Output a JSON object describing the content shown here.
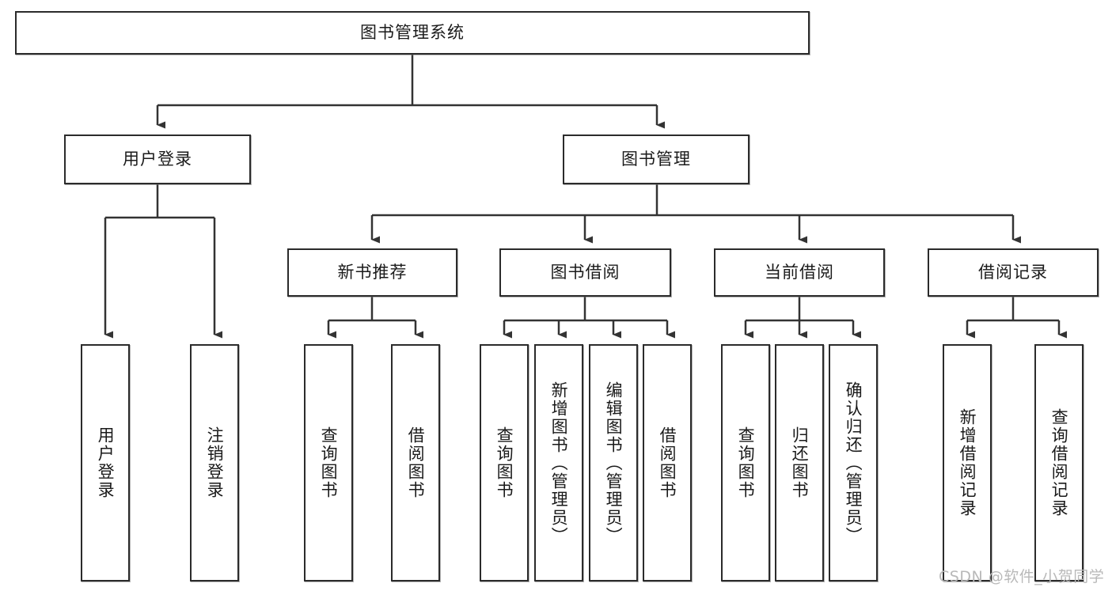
{
  "diagram": {
    "type": "tree-hierarchy",
    "title": "图书管理系统",
    "root": {
      "id": "root",
      "label": "图书管理系统",
      "orientation": "horizontal"
    },
    "level1": [
      {
        "id": "user-login",
        "label": "用户登录",
        "orientation": "horizontal"
      },
      {
        "id": "book-management",
        "label": "图书管理",
        "orientation": "horizontal"
      }
    ],
    "level2": [
      {
        "id": "new-book-recommend",
        "label": "新书推荐",
        "orientation": "horizontal",
        "parent": "book-management"
      },
      {
        "id": "book-borrow",
        "label": "图书借阅",
        "orientation": "horizontal",
        "parent": "book-management"
      },
      {
        "id": "current-borrow",
        "label": "当前借阅",
        "orientation": "horizontal",
        "parent": "book-management"
      },
      {
        "id": "borrow-record",
        "label": "借阅记录",
        "orientation": "horizontal",
        "parent": "book-management"
      }
    ],
    "leaves": {
      "user_login": [
        {
          "id": "leaf-user-login",
          "label": "用户登录",
          "orientation": "vertical"
        },
        {
          "id": "leaf-logout-login",
          "label": "注销登录",
          "orientation": "vertical"
        }
      ],
      "new_book_recommend": [
        {
          "id": "leaf-query-book-1",
          "label": "查询图书",
          "orientation": "vertical"
        },
        {
          "id": "leaf-borrow-book-1",
          "label": "借阅图书",
          "orientation": "vertical"
        }
      ],
      "book_borrow": [
        {
          "id": "leaf-query-book-2",
          "label": "查询图书",
          "orientation": "vertical"
        },
        {
          "id": "leaf-add-book",
          "label": "新增图书（管理员）",
          "orientation": "vertical"
        },
        {
          "id": "leaf-edit-book",
          "label": "编辑图书（管理员）",
          "orientation": "vertical"
        },
        {
          "id": "leaf-borrow-book-2",
          "label": "借阅图书",
          "orientation": "vertical"
        }
      ],
      "current_borrow": [
        {
          "id": "leaf-query-book-3",
          "label": "查询图书",
          "orientation": "vertical"
        },
        {
          "id": "leaf-return-book",
          "label": "归还图书",
          "orientation": "vertical"
        },
        {
          "id": "leaf-confirm-return",
          "label": "确认归还（管理员）",
          "orientation": "vertical"
        }
      ],
      "borrow_record": [
        {
          "id": "leaf-add-record",
          "label": "新增借阅记录",
          "orientation": "vertical"
        },
        {
          "id": "leaf-query-record",
          "label": "查询借阅记录",
          "orientation": "vertical"
        }
      ]
    },
    "colors": {
      "box_border": "#2b2b2b",
      "box_fill": "#ffffff",
      "connector": "#333333",
      "text": "#1a1a1a",
      "watermark": "#b9b9b9",
      "background": "#ffffff"
    }
  },
  "watermark": {
    "text": "CSDN @软件_小贺同学"
  }
}
